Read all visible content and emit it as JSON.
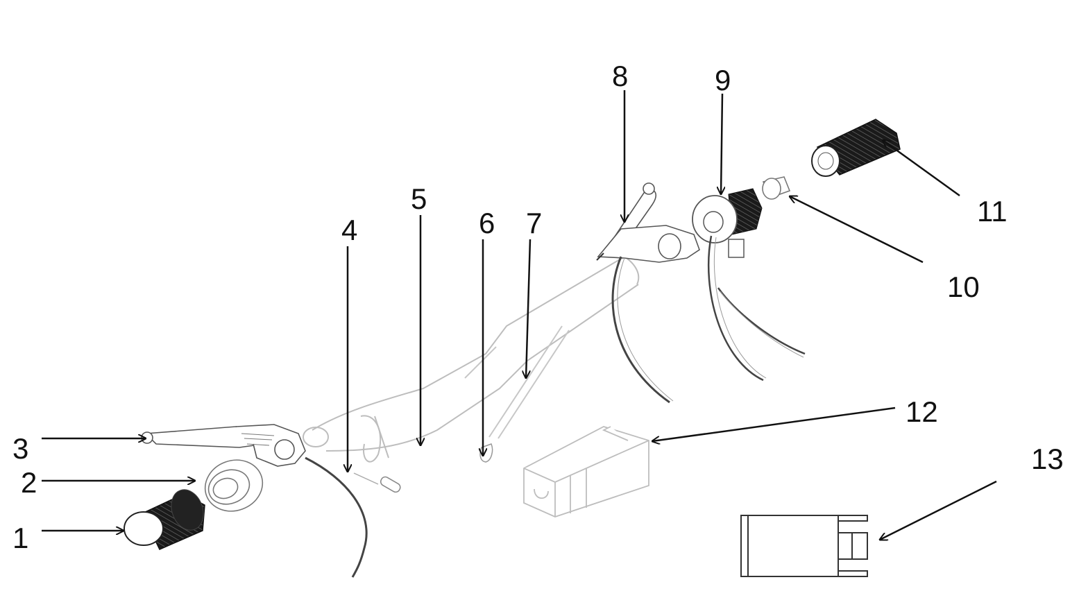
{
  "diagram": {
    "labels": {
      "n1": "1",
      "n2": "2",
      "n3": "3",
      "n4": "4",
      "n5": "5",
      "n6": "6",
      "n7": "7",
      "n8": "8",
      "n9": "9",
      "n10": "10",
      "n11": "11",
      "n12": "12",
      "n13": "13"
    },
    "colors": {
      "line": "#111111",
      "faint": "#b8b8b8",
      "part": "#555555",
      "dark": "#1a1a1a"
    }
  }
}
